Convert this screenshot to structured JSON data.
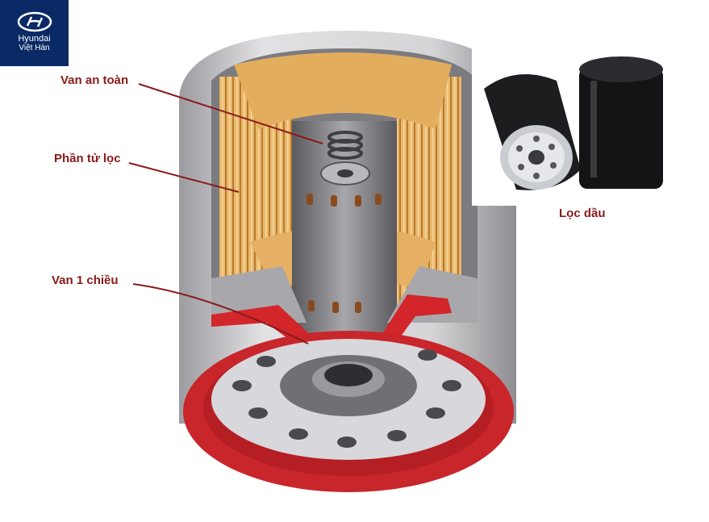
{
  "logo": {
    "brand": "Hyundai",
    "branch": "Việt Hàn",
    "icon": "hyundai-h-icon"
  },
  "callouts": {
    "safety_valve": "Van an toàn",
    "filter_element": "Phần tử lọc",
    "check_valve": "Van 1 chiều"
  },
  "inset": {
    "caption": "Lọc dầu"
  },
  "colors": {
    "logo_bg": "#0a2a66",
    "label": "#8a1a1a",
    "gasket": "#c8262b",
    "filter_paper": "#e7b56a",
    "housing": "#c9c9cc",
    "metal_dark": "#6e6e72"
  }
}
